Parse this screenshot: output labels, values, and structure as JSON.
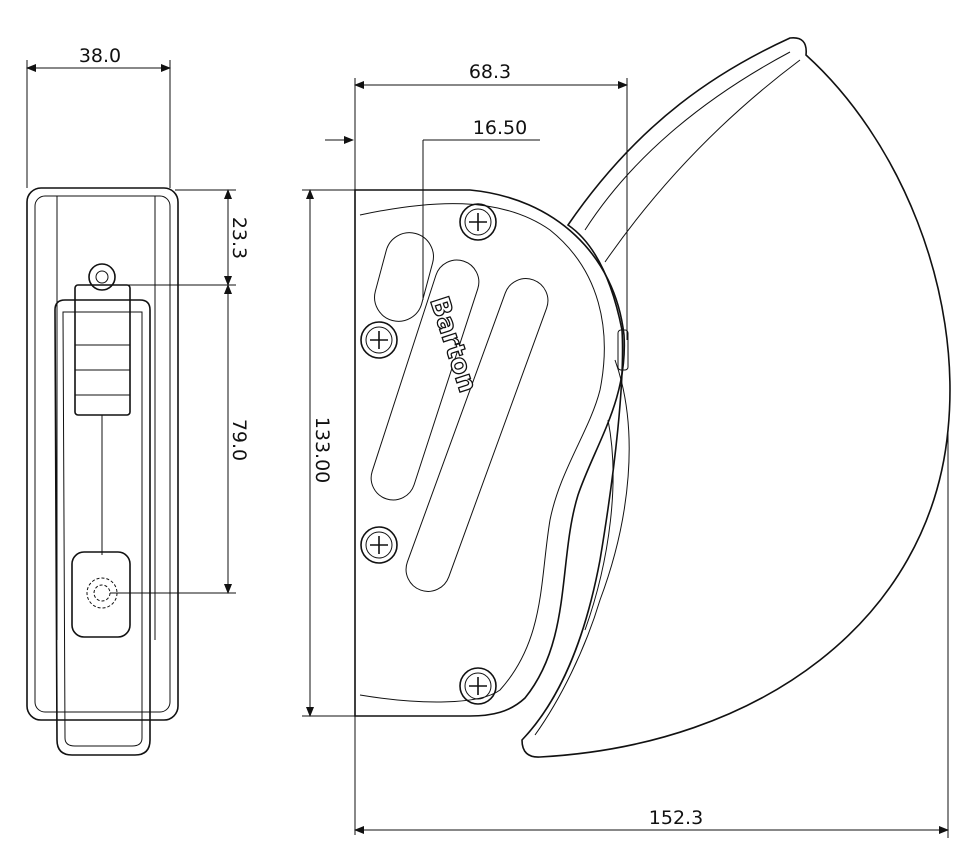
{
  "title": "Barton cam cleat dimension drawing",
  "logo_text": "Barton",
  "dimensions": {
    "width_side": "38.0",
    "top_offset": "23.3",
    "hole_spacing": "79.0",
    "depth": "68.3",
    "cam_offset": "16.50",
    "height": "133.00",
    "overall_length": "152.3"
  },
  "colors": {
    "line": "#111111",
    "background": "#ffffff"
  }
}
